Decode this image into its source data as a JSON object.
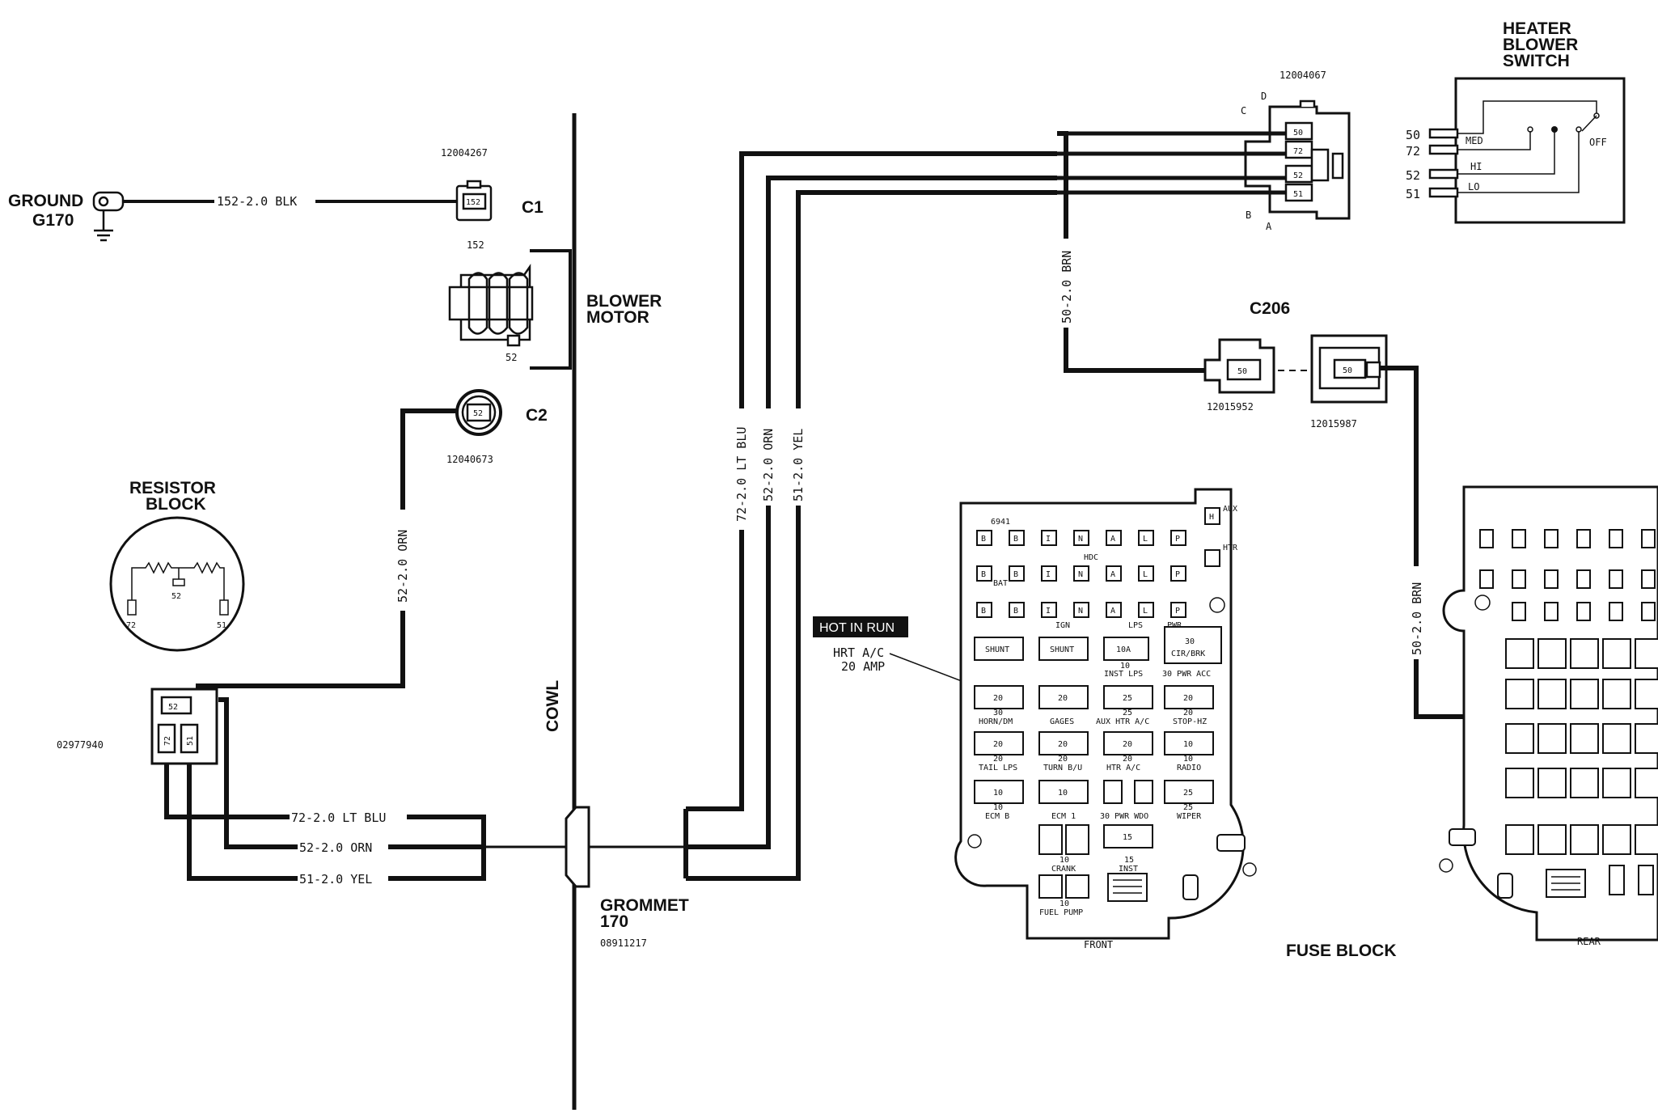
{
  "ground": {
    "label": "GROUND",
    "id": "G170",
    "wire": "152-2.0 BLK"
  },
  "c1": {
    "part": "12004267",
    "pin": "152",
    "name": "C1"
  },
  "motor": {
    "pin_top": "152",
    "pin_bottom": "52",
    "label_1": "BLOWER",
    "label_2": "MOTOR"
  },
  "c2": {
    "pin": "52",
    "name": "C2",
    "part": "12040673"
  },
  "cowl": "COWL",
  "resistor_block": {
    "title_1": "RESISTOR",
    "title_2": "BLOCK",
    "pin_left": "72",
    "pin_mid": "52",
    "pin_right": "51",
    "conn_part": "02977940",
    "conn_pin_top": "52",
    "conn_pin_left": "72",
    "conn_pin_right": "51"
  },
  "wires": {
    "w52_vertical": "52-2.0 ORN",
    "w72_lower": "72-2.0 LT BLU",
    "w52_lower": "52-2.0 ORN",
    "w51_lower": "51-2.0 YEL",
    "w72_upper": "72-2.0 LT BLU",
    "w52_upper": "52-2.0 ORN",
    "w51_upper": "51-2.0 YEL",
    "w50_upper": "50-2.0 BRN",
    "w50_right": "50-2.0 BRN"
  },
  "grommet": {
    "label_1": "GROMMET",
    "label_2": "170",
    "part": "08911217"
  },
  "switch_conn": {
    "part": "12004067",
    "c": "C",
    "d": "D",
    "b": "B",
    "a": "A",
    "pins": [
      "50",
      "72",
      "52",
      "51"
    ]
  },
  "heater_switch": {
    "title_1": "HEATER",
    "title_2": "BLOWER",
    "title_3": "SWITCH",
    "pins": [
      "50",
      "72",
      "52",
      "51"
    ],
    "med": "MED",
    "hi": "HI",
    "lo": "LO",
    "off": "OFF"
  },
  "c206": {
    "name": "C206",
    "pin_left": "50",
    "pin_right": "50",
    "part_left": "12015952",
    "part_right": "12015987"
  },
  "callout": {
    "badge": "HOT IN RUN",
    "line_1": "HRT A/C",
    "line_2": "20 AMP"
  },
  "fuse_front": {
    "caption": "FRONT",
    "top": {
      "label": "6941",
      "bat": "BAT",
      "hdc": "HDC",
      "ign": "IGN",
      "lps": "LPS",
      "pwr": "PWR"
    },
    "aux": "AUX",
    "htr": "HTR",
    "h_letter": "H",
    "row_letters": [
      "B",
      "B",
      "I",
      "N",
      "A",
      "L",
      "P"
    ],
    "rows": [
      {
        "fuses": [
          "SHUNT",
          "SHUNT",
          "10A",
          "30\nCIR/BRK"
        ],
        "labels": [
          "10",
          "INST LPS",
          "30 PWR ACC"
        ]
      },
      {
        "fuses": [
          "20",
          "20",
          "25",
          "20"
        ],
        "labels": [
          "30",
          "HORN/DM",
          "GAGES",
          "25",
          "AUX HTR A/C",
          "20",
          "STOP-HZ"
        ]
      },
      {
        "fuses": [
          "20",
          "20",
          "20",
          "10"
        ],
        "labels": [
          "20",
          "TAIL LPS",
          "20",
          "TURN B/U",
          "20",
          "HTR A/C",
          "10",
          "RADIO"
        ]
      },
      {
        "fuses": [
          "10",
          "10",
          "",
          "25"
        ],
        "labels": [
          "10",
          "ECM B",
          "ECM 1",
          "30 PWR WDO",
          "25",
          "WIPER"
        ]
      }
    ],
    "bottom": {
      "f15": "15",
      "inst": "INST",
      "n15": "15",
      "crank": "CRANK",
      "n10a": "10",
      "fuel_pump": "FUEL PUMP",
      "n10b": "10"
    }
  },
  "fuse_block_label": "FUSE BLOCK",
  "fuse_rear": {
    "caption": "REAR"
  }
}
